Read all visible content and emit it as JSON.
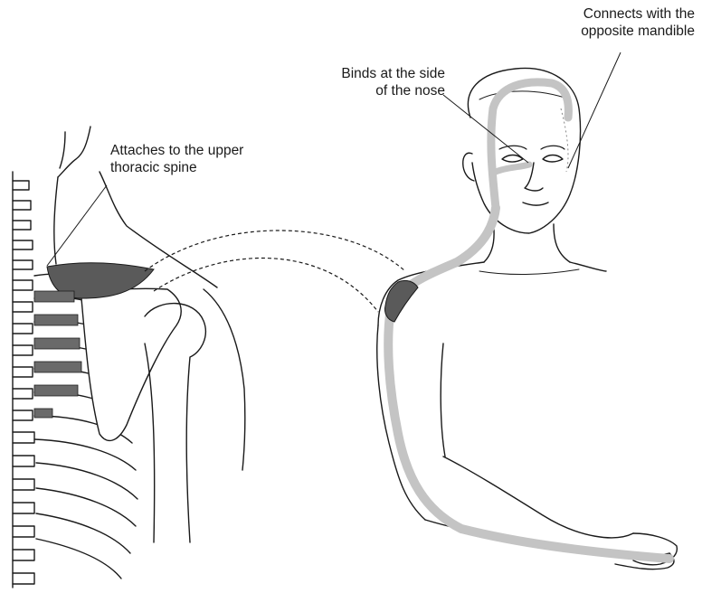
{
  "callouts": {
    "connects": {
      "line1": "Connects with the",
      "line2": "opposite mandible"
    },
    "binds": {
      "line1": "Binds at the side",
      "line2": "of the nose"
    },
    "attaches": {
      "line1": "Attaches to the upper",
      "line2": "thoracic spine"
    }
  },
  "colors": {
    "ink": "#1a1a1a",
    "pathway_light": "#c4c4c4",
    "pathway_dark": "#5a5a5a",
    "background": "#ffffff"
  },
  "icons": {
    "left_figure": "back-shoulder-skeleton-illustration",
    "right_figure": "male-torso-arm-illustration"
  }
}
